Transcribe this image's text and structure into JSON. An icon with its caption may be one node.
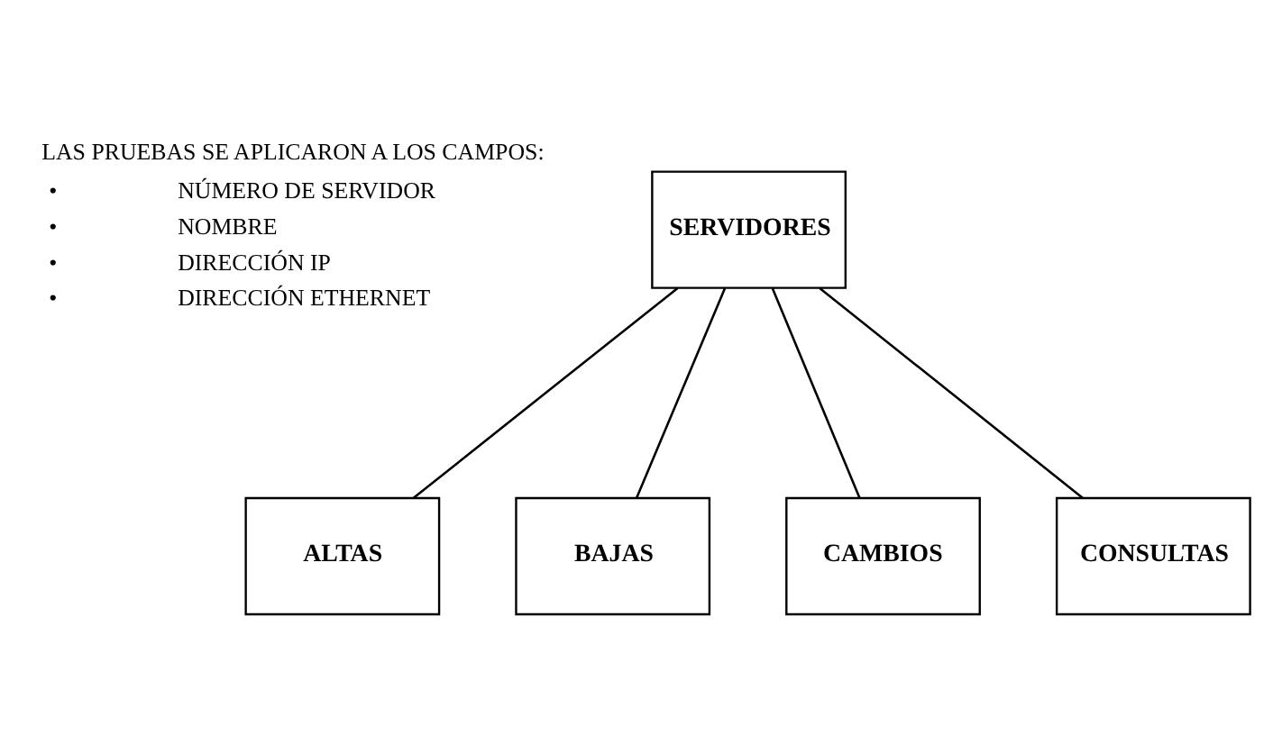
{
  "diagram": {
    "nodes": [
      {
        "text": [
          "SERVIDORES"
        ]
      },
      {
        "text": [
          "ALTAS"
        ]
      },
      {
        "text": [
          "BAJAS"
        ]
      },
      {
        "text": [
          "CAMBIOS"
        ]
      },
      {
        "text": [
          "CONSULTAS"
        ]
      }
    ],
    "edges": [
      {
        "from": 0,
        "to": 1,
        "arrow": "none"
      },
      {
        "from": 0,
        "to": 2,
        "arrow": "none"
      },
      {
        "from": 0,
        "to": 3,
        "arrow": "none"
      },
      {
        "from": 0,
        "to": 4,
        "arrow": "none"
      }
    ],
    "labels": [
      "LAS PRUEBAS SE APLICARON A LOS CAMPOS:",
      "•",
      "NÚMERO DE SERVIDOR",
      "•",
      "NOMBRE",
      "•",
      "DIRECCIÓN IP",
      "•",
      "DIRECCIÓN ETHERNET"
    ]
  }
}
